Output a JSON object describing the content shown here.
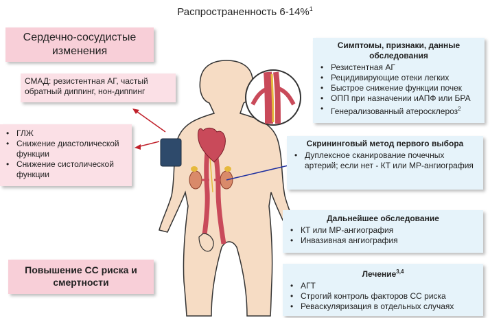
{
  "title": {
    "text": "Распространенность 6-14%",
    "sup": "1"
  },
  "cardio": {
    "heading": "Сердечно-сосудистые изменения"
  },
  "smad": {
    "text": "СМАД: резистентная АГ, частый обратный диппинг, нон-диппинг"
  },
  "lv": {
    "items": [
      "ГЛЖ",
      "Снижение диастолической функции",
      "Снижение систолической функции"
    ]
  },
  "risk": {
    "text": "Повышение СС риска и смертности"
  },
  "symptoms": {
    "heading": "Симптомы, признаки, данные обследования",
    "items": [
      {
        "text": "Резистентная АГ",
        "sup": ""
      },
      {
        "text": "Рецидивирующие отеки легких",
        "sup": ""
      },
      {
        "text": "Быстрое снижение функции почек",
        "sup": ""
      },
      {
        "text": "ОПП при назначении иАПФ или БРА",
        "sup": ""
      },
      {
        "text": "Генерализованный атеросклероз",
        "sup": "2"
      }
    ]
  },
  "screening": {
    "heading": "Скрининговый метод первого выбора",
    "items": [
      "Дуплексное сканирование почечных артерий; если нет - КТ или МР-ангиография"
    ]
  },
  "further": {
    "heading": "Дальнейшее обследование",
    "items": [
      "КТ или МР-ангиография",
      "Инвазивная ангиография"
    ]
  },
  "treatment": {
    "heading": "Лечение",
    "sup": "3,4",
    "items": [
      "АГТ",
      "Строгий контроль факторов СС риска",
      "Реваскуляризация в отдельных случаях"
    ]
  },
  "colors": {
    "arrow_red": "#c0202a",
    "arrow_blue": "#1e2fa0",
    "body_skin": "#f6dcc4",
    "aorta": "#c94a5a",
    "kidney": "#d98a6a",
    "cuff": "#2e4a6b"
  }
}
